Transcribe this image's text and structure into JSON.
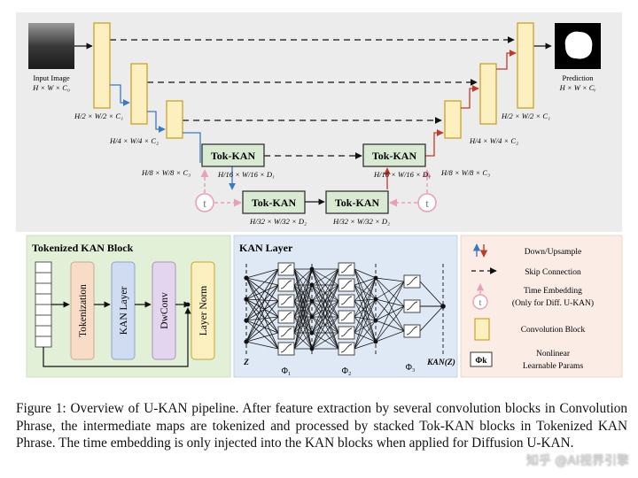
{
  "top": {
    "input_label": "Input Image",
    "input_dims": "H × W × C₀",
    "output_label": "Prediction",
    "output_dims": "H × W × Cᵧ",
    "enc_dims": [
      "H/2 × W/2 × C₁",
      "H/4 × W/4 × C₂",
      "H/8 × W/8 × C₃"
    ],
    "dec_dims": [
      "H/2 × W/2 × C₁",
      "H/4 × W/4 × C₂",
      "H/8 × W/8 × C₃"
    ],
    "tok_kan_label": "Tok-KAN",
    "tok_dims_16": "H/16 × W/16 × D₁",
    "tok_dims_32": "H/32 × W/32 × D₂",
    "t_symbol": "t"
  },
  "tokenized_block": {
    "title": "Tokenized KAN Block",
    "steps": [
      "Tokenization",
      "KAN Layer",
      "DwConv",
      "Layer Norm"
    ]
  },
  "kan_layer": {
    "title": "KAN Layer",
    "z_label": "Z",
    "phi_labels": [
      "Φ₁",
      "Φ₂",
      "Φ₃"
    ],
    "out_label": "KAN(Z)"
  },
  "legend": {
    "items": [
      "Down/Upsample",
      "Skip Connection",
      "Time Embedding",
      "(Only for Diff. U-KAN)",
      "Convolution Block",
      "Nonlinear",
      "Learnable Params"
    ],
    "phi_k": "Φk"
  },
  "caption": {
    "text": "Figure 1:  Overview of U-KAN pipeline. After feature extraction by several convolution blocks in Convolution Phrase, the intermediate maps are tokenized and processed by stacked Tok-KAN blocks in Tokenized KAN Phrase. The time embedding is only injected into the KAN blocks when applied for Diffusion U-KAN."
  },
  "watermark": "知乎 @AI视界引擎",
  "colors": {
    "conv_fill": "#fdf0c0",
    "conv_stroke": "#c9a227",
    "tok_fill": "#d9ead3",
    "tok_stroke": "#333333",
    "down_arrow": "#3b78c2",
    "up_arrow": "#c0392b",
    "time_pink": "#e8a0b4",
    "panel_green": "#e3f0d8",
    "panel_blue": "#dfe9f6",
    "panel_pink": "#fbece6",
    "top_bg": "#ececec"
  }
}
